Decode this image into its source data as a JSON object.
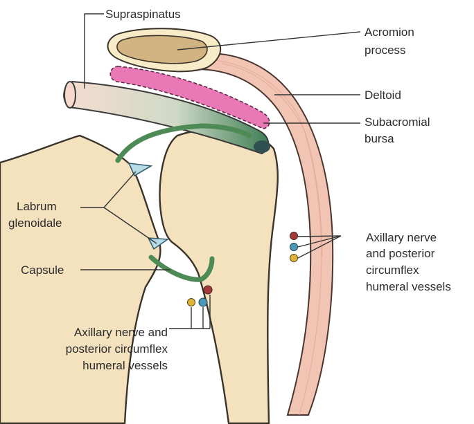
{
  "labels": {
    "supraspinatus": "Supraspinatus",
    "acromion_line1": "Acromion",
    "acromion_line2": "process",
    "deltoid": "Deltoid",
    "subacromial_line1": "Subacromial",
    "subacromial_line2": "bursa",
    "labrum_line1": "Labrum",
    "labrum_line2": "glenoidale",
    "capsule": "Capsule",
    "axillary_right_line1": "Axillary nerve",
    "axillary_right_line2": "and posterior",
    "axillary_right_line3": "circumflex",
    "axillary_right_line4": "humeral vessels",
    "axillary_bottom_line1": "Axillary nerve and",
    "axillary_bottom_line2": "posterior circumflex",
    "axillary_bottom_line3": "humeral vessels"
  },
  "colors": {
    "bone": "#f4e2bf",
    "deltoid": "#f2c4b4",
    "acromion_fill": "#d2b483",
    "bursa": "#e879b6",
    "capsule": "#4d8a55",
    "labrum": "#b7dce8",
    "nerve": "#e0b43a",
    "vein": "#4b98b8",
    "artery": "#a53a3a"
  }
}
